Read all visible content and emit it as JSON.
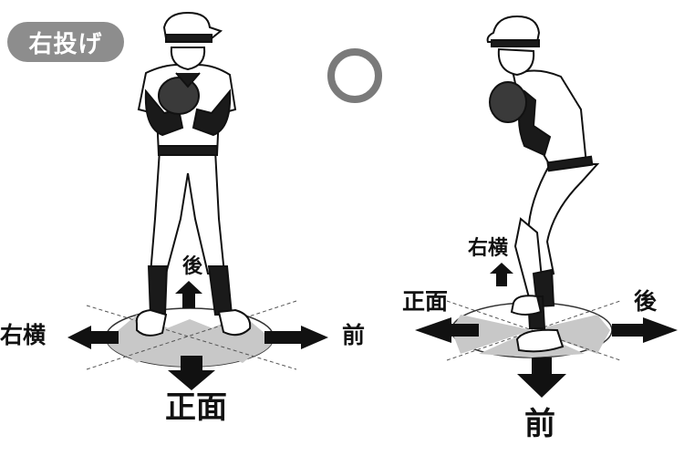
{
  "badge": {
    "label": "右投げ"
  },
  "ok_mark": {
    "symbol": "circle-ok",
    "color": "#7a7a7a"
  },
  "left_figure": {
    "labels": {
      "back": "後",
      "right": "右横",
      "front_side": "前",
      "facing": "正面"
    }
  },
  "right_figure": {
    "labels": {
      "right": "右横",
      "facing": "正面",
      "back": "後",
      "front": "前"
    }
  },
  "colors": {
    "badge_bg": "#8d8d8d",
    "ground_shade": "#c8c8c8",
    "arrow": "#111111",
    "ink": "#111111"
  }
}
